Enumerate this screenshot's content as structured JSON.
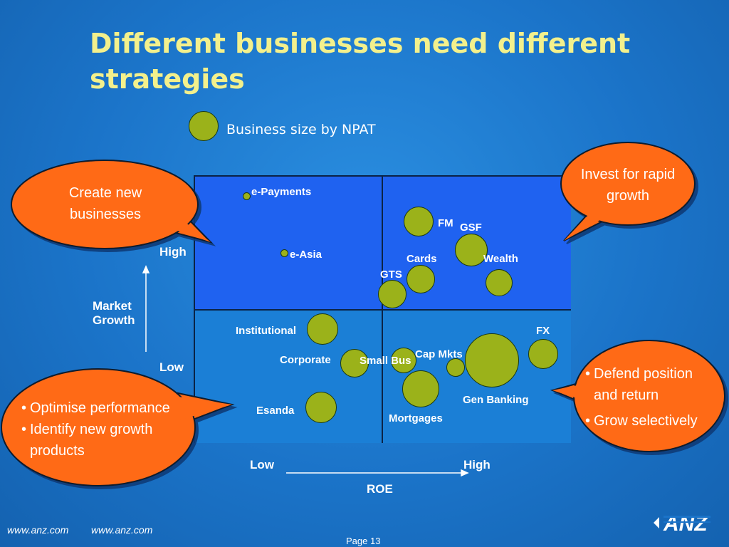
{
  "title": "Different businesses need different strategies",
  "legend": {
    "label": "Business size by NPAT"
  },
  "axes": {
    "y_high": "High",
    "y_low": "Low",
    "y_label_line1": "Market",
    "y_label_line2": "Growth",
    "x_low": "Low",
    "x_high": "High",
    "x_label": "ROE"
  },
  "bubbles": {
    "e_payments": "e-Payments",
    "e_asia": "e-Asia",
    "fm": "FM",
    "gsf": "GSF",
    "cards": "Cards",
    "wealth": "Wealth",
    "gts": "GTS",
    "institutional": "Institutional",
    "fx": "FX",
    "corporate": "Corporate",
    "small_bus": "Small Bus",
    "cap_mkts": "Cap Mkts",
    "gen_banking": "Gen Banking",
    "esanda": "Esanda",
    "mortgages": "Mortgages"
  },
  "callouts": {
    "top_left": {
      "line1": "Create new",
      "line2": "businesses"
    },
    "top_right": {
      "line1": "Invest for rapid",
      "line2": "growth"
    },
    "bottom_left": {
      "item1": "Optimise performance",
      "item2": "Identify new growth products"
    },
    "bottom_right": {
      "item1": "Defend position and return",
      "item2": "Grow selectively"
    }
  },
  "colors": {
    "title": "#f3f08c",
    "callout_fill": "#ff6a13",
    "bubble_fill": "#9bb21a",
    "high_growth_fill": "#1f62f0",
    "low_growth_fill": "#1b7fd6"
  },
  "footer": {
    "link1": "www.anz.com",
    "link2": "www.anz.com",
    "page": "Page 13",
    "logo": "ANZ"
  }
}
